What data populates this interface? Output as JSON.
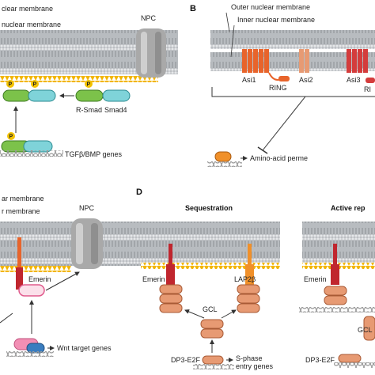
{
  "panels": {
    "a": {
      "membrane_outer_label": "clear membrane",
      "membrane_inner_label": "nuclear membrane",
      "npc_label": "NPC",
      "rsmad_label": "R-Smad",
      "smad4_label": "Smad4",
      "p_label": "P",
      "genes_label": "TGFβ/BMP genes"
    },
    "b": {
      "letter": "B",
      "outer_label": "Outer nuclear membrane",
      "inner_label": "Inner nuclear membrane",
      "asi1_label": "Asi1",
      "ring_label": "RING",
      "asi2_label": "Asi2",
      "asi3_label": "Asi3",
      "ring2_label": "RI",
      "permease_label": "Amino-acid perme"
    },
    "c": {
      "membrane_outer_label": "ar membrane",
      "membrane_inner_label": "r membrane",
      "npc_label": "NPC",
      "emerin_label": "Emerin",
      "genes_label": "Wnt target genes"
    },
    "d": {
      "letter": "D",
      "sequestration_title": "Sequestration",
      "active_title": "Active rep",
      "emerin_label": "Emerin",
      "lap2_label": "LAP2β",
      "gcl_label": "GCL",
      "dp3_label": "DP3-E2F",
      "sphase_label": "S-phase\nentry genes",
      "emerin2_label": "Emerin",
      "gcl2_label": "GCL",
      "dp3_2_label": "DP3-E2F"
    }
  },
  "colors": {
    "membrane_band": "#b8bcc0",
    "lipid_line": "#e9ebed",
    "lamina": "#f2b500",
    "npc": "#b0b0b0",
    "smad_green": "#7cc24a",
    "smad_cyan": "#7fd3d9",
    "phospho": "#f2c200",
    "asi_orange": "#e8642b",
    "asi_red": "#d43c3c",
    "emerin_red": "#c0262e",
    "emerin_pink": "#f28fb4",
    "lap2_orange": "#f0902a",
    "gcl_salmon": "#e79a73",
    "dna": "#9a9a9a"
  }
}
